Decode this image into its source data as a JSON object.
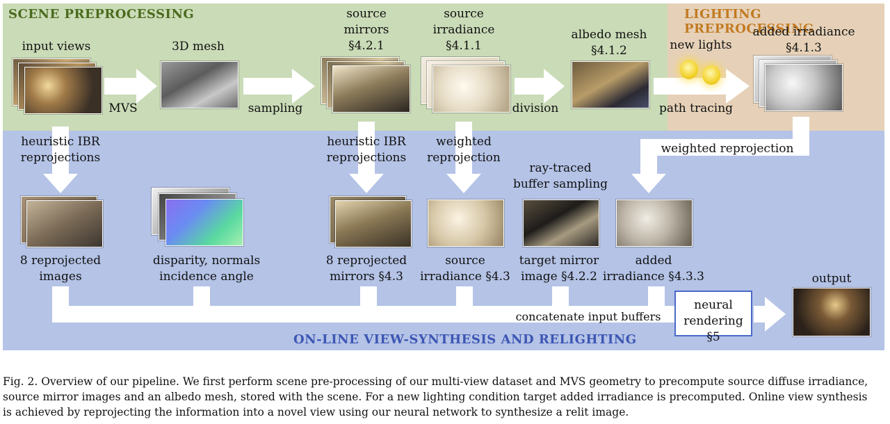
{
  "sections": {
    "scene": "SCENE PREPROCESSING",
    "lighting": "LIGHTING PREPROCESSING",
    "online": "ON-LINE VIEW-SYNTHESIS AND RELIGHTING"
  },
  "colors": {
    "scene_bg": "#cadbb7",
    "lighting_bg": "#e6d1b8",
    "online_bg": "#b4c3e6",
    "scene_title": "#4a6b1d",
    "lighting_title": "#c27a22",
    "online_title": "#3d56b4",
    "box_border": "#4a69c8"
  },
  "top_labels": {
    "input_views": "input views",
    "mesh": "3D mesh",
    "mirrors": [
      "source",
      "mirrors",
      "§4.2.1"
    ],
    "irradiance": [
      "source",
      "irradiance",
      "§4.1.1"
    ],
    "albedo": [
      "albedo mesh",
      "§4.1.2"
    ],
    "new_lights": "new lights",
    "added_irr": [
      "added irradiance",
      "§4.1.3"
    ]
  },
  "arrow_labels": {
    "mvs": "MVS",
    "sampling": "sampling",
    "division": "division",
    "path_tracing": "path tracing",
    "heuristic1": [
      "heuristic IBR",
      "reprojections"
    ],
    "heuristic2": [
      "heuristic IBR",
      "reprojections"
    ],
    "weighted1": [
      "weighted",
      "reprojection"
    ],
    "weighted2": "weighted reprojection",
    "ray_traced": [
      "ray-traced",
      "buffer sampling"
    ],
    "concat": "concatenate input buffers"
  },
  "bottom_labels": {
    "reproj_images": [
      "8 reprojected",
      "images"
    ],
    "disparity": [
      "disparity, normals",
      "incidence angle"
    ],
    "reproj_mirrors": [
      "8 reprojected",
      "mirrors §4.3"
    ],
    "src_irr": [
      "source",
      "irradiance §4.3"
    ],
    "target_mirror": [
      "target mirror",
      "image §4.2.2"
    ],
    "added_irr": [
      "added",
      "irradiance §4.3.3"
    ],
    "output": "output"
  },
  "neural_box": [
    "neural",
    "rendering §5"
  ],
  "caption": [
    "Fig. 2.  Overview of our pipeline. We first perform scene pre-processing of our multi-view dataset and MVS geometry to precompute source diffuse irradiance,",
    "source mirror images and an albedo mesh, stored with the scene. For a new lighting condition target added irradiance is precomputed. Online view synthesis",
    "is achieved by reprojecting the information into a novel view using our neural network to synthesize a relit image."
  ]
}
